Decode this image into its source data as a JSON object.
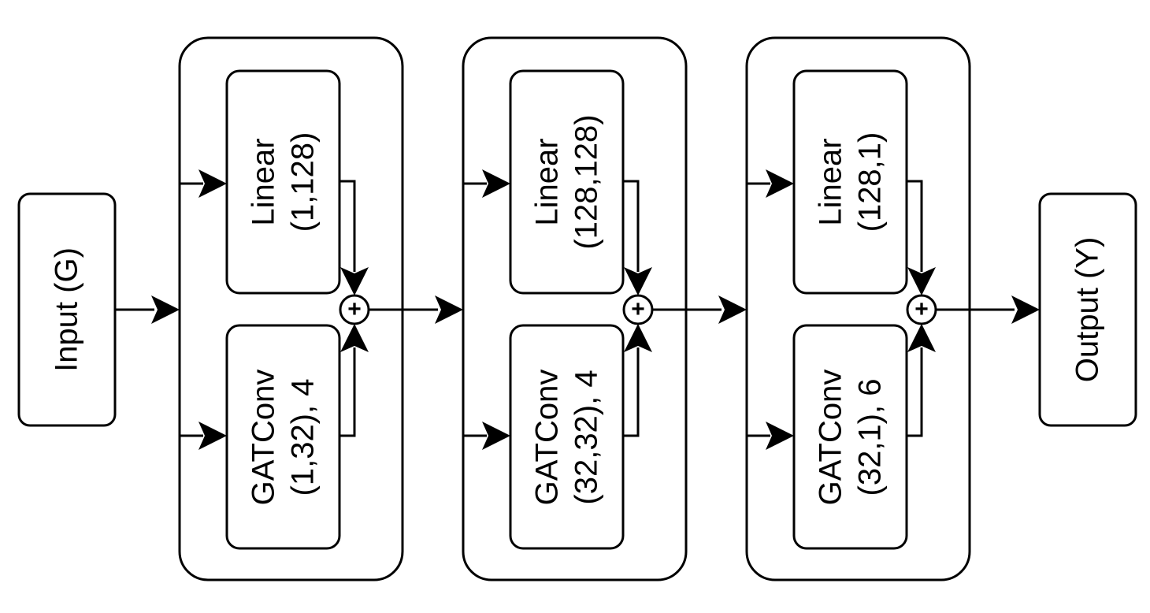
{
  "input": {
    "label": "Input (G)"
  },
  "output": {
    "label": "Output (Y)"
  },
  "layers": [
    {
      "linear": {
        "line1": "Linear",
        "line2": "(1,128)"
      },
      "gat": {
        "line1": "GATConv",
        "line2": "(1,32), 4"
      },
      "sum": "+"
    },
    {
      "linear": {
        "line1": "Linear",
        "line2": "(128,128)"
      },
      "gat": {
        "line1": "GATConv",
        "line2": "(32,32), 4"
      },
      "sum": "+"
    },
    {
      "linear": {
        "line1": "Linear",
        "line2": "(128,1)"
      },
      "gat": {
        "line1": "GATConv",
        "line2": "(32,1), 6"
      },
      "sum": "+"
    }
  ]
}
